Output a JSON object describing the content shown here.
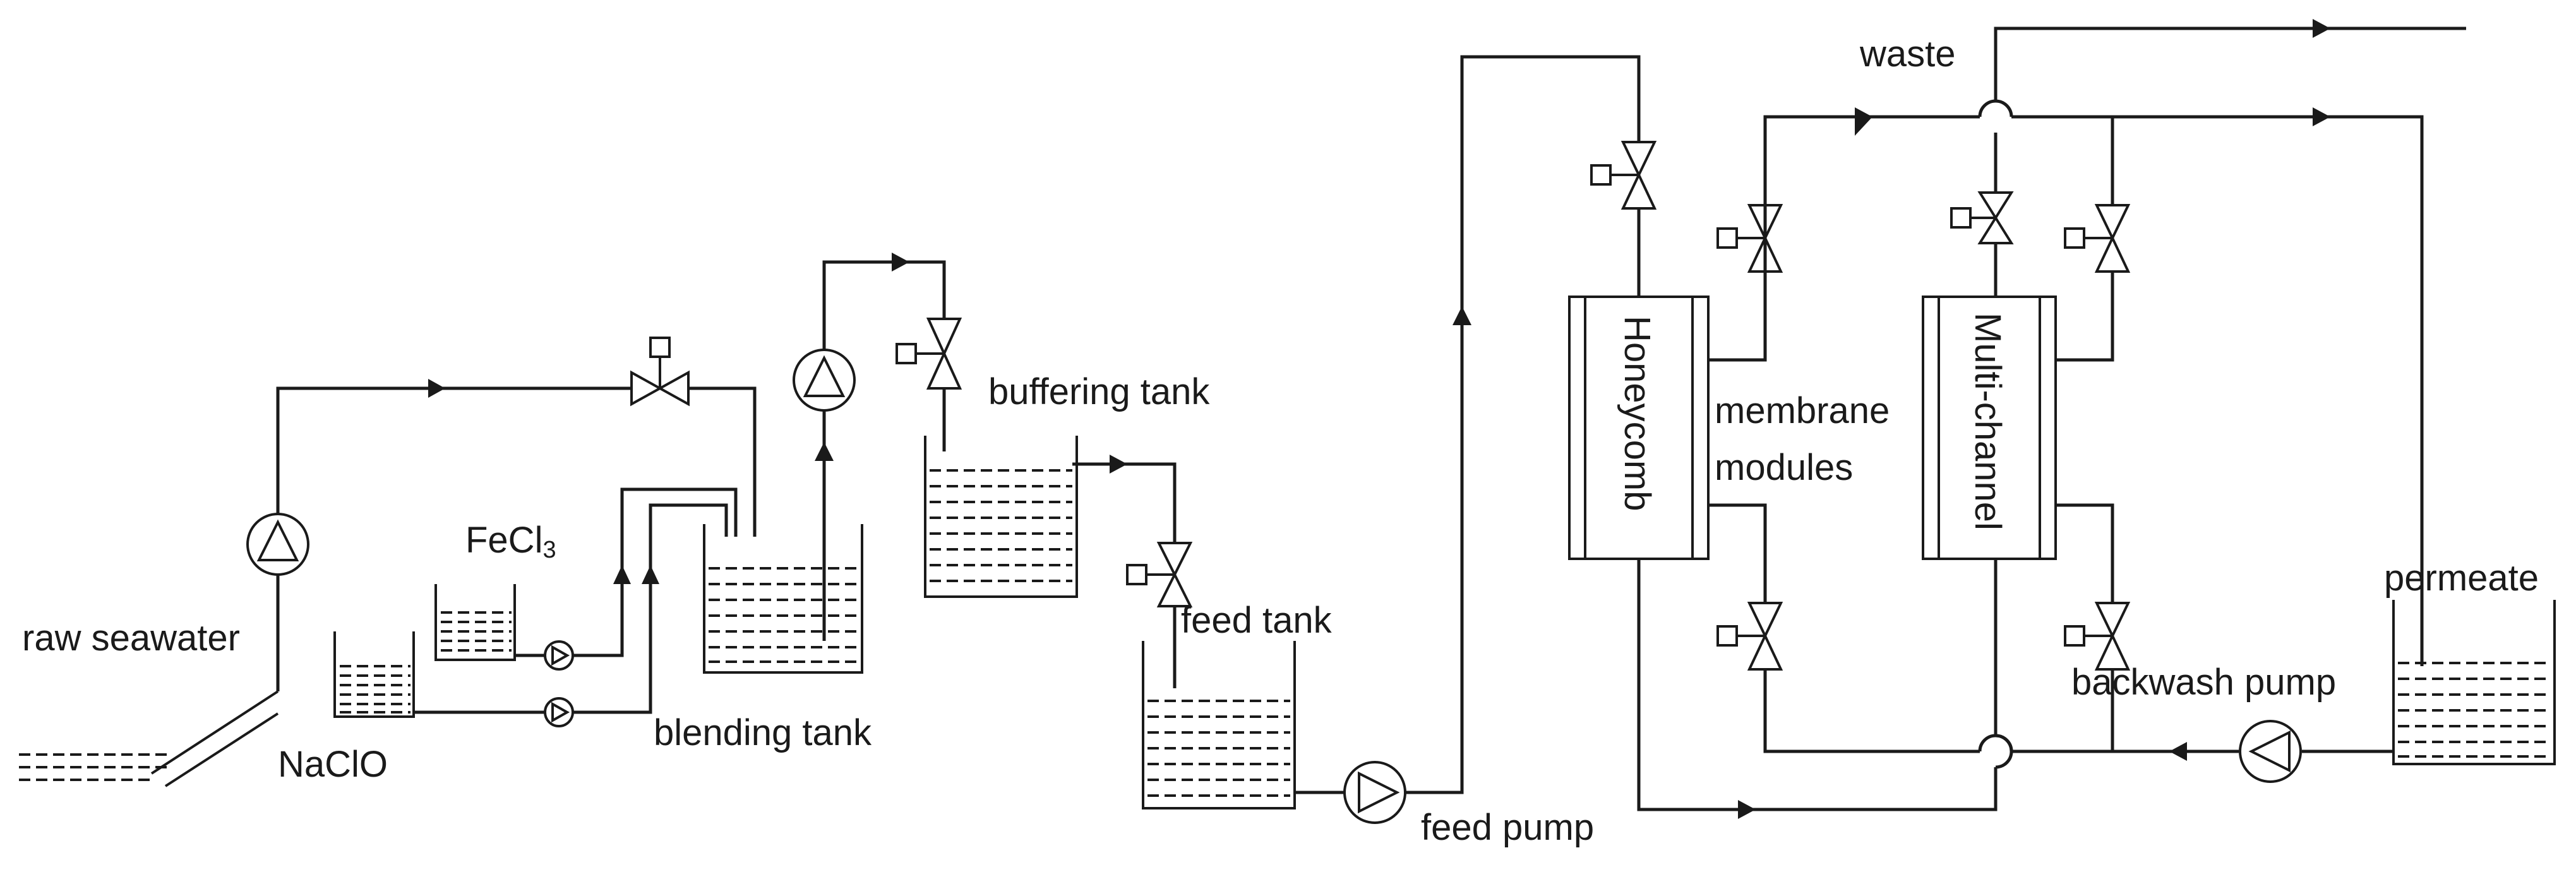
{
  "labels": {
    "raw_seawater": "raw seawater",
    "naclo": "NaClO",
    "fecl3_base": "FeCl",
    "fecl3_sub": "3",
    "blending_tank": "blending tank",
    "buffering_tank": "buffering tank",
    "feed_tank": "feed tank",
    "feed_pump": "feed pump",
    "waste": "waste",
    "honeycomb": "Honeycomb",
    "multichannel": "Multi-channel",
    "membrane": "membrane",
    "modules": "modules",
    "permeate": "permeate",
    "backwash_pump": "backwash pump"
  }
}
